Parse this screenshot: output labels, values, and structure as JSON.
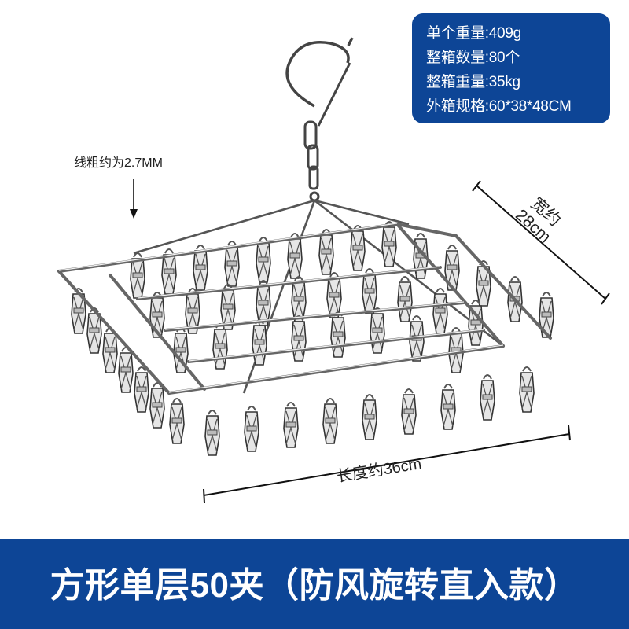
{
  "spec_box": {
    "lines": [
      "单个重量:409g",
      "整箱数量:80个",
      "整箱重量:35kg",
      "外箱规格:60*38*48CM"
    ],
    "background": "#0d4596"
  },
  "annotations": {
    "wire_thickness": "线粗约为2.7MM",
    "width_label_line1": "宽约",
    "width_label_line2": "28cm",
    "length_label": "长度约36cm"
  },
  "product": {
    "icon": "hanging-clip-rack-image",
    "clip_count": 50
  },
  "banner": {
    "title": "方形单层50夹（防风旋转直入款）",
    "background": "#0d4596",
    "text_color": "#ffffff"
  }
}
